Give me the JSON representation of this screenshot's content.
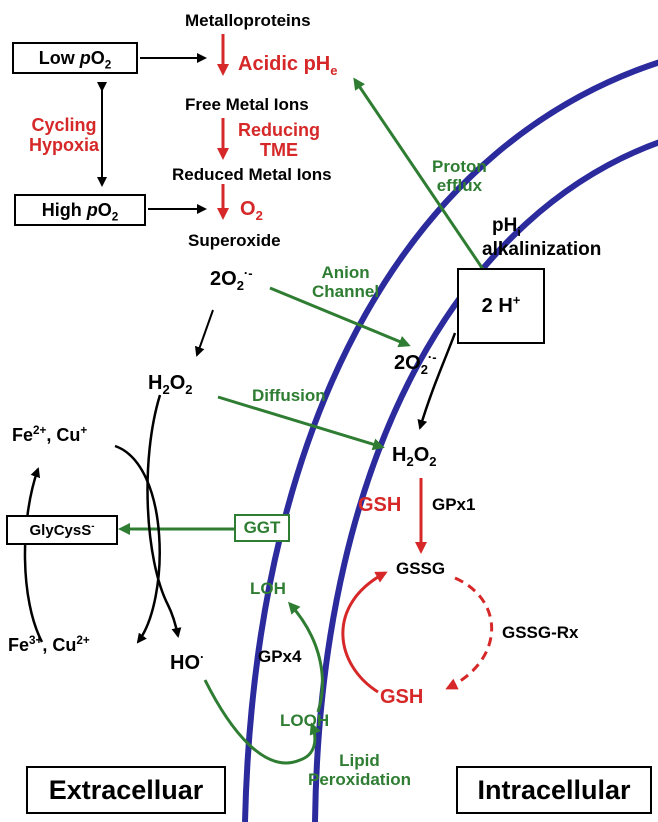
{
  "colors": {
    "black": "#000000",
    "red": "#d62828",
    "green": "#2e7d32",
    "membrane_blue": "#2b2b9e"
  },
  "labels": {
    "metalloproteins": "Metalloproteins",
    "low_po2_prefix": "Low ",
    "low_po2_p": "p",
    "low_po2_o": "O",
    "low_po2_sub": "2",
    "acidic_phe_main": "Acidic pH",
    "acidic_phe_sub": "e",
    "cycling_hypoxia_line1": "Cycling",
    "cycling_hypoxia_line2": "Hypoxia",
    "free_metal_ions": "Free Metal Ions",
    "reducing_tme_line1": "Reducing",
    "reducing_tme_line2": "TME",
    "reduced_metal_ions": "Reduced Metal Ions",
    "high_po2_prefix": "High ",
    "high_po2_p": "p",
    "high_po2_o": "O",
    "high_po2_sub": "2",
    "o2_main": "O",
    "o2_sub": "2",
    "superoxide": "Superoxide",
    "proton_efflux_line1": "Proton",
    "proton_efflux_line2": "efflux",
    "phi_main": "pH",
    "phi_sub": "i",
    "alkalinization": "alkalinization",
    "superoxide_ext_main": "2O",
    "superoxide_ext_sub": "2",
    "superoxide_ext_sup": "·-",
    "anion_channel_line1": "Anion",
    "anion_channel_line2": "Channel",
    "two_h_main": "2 H",
    "two_h_sup": "+",
    "superoxide_int_main": "2O",
    "superoxide_int_sub": "2",
    "superoxide_int_sup": "·-",
    "h2o2_ext_a": "H",
    "h2o2_ext_sub1": "2",
    "h2o2_ext_b": "O",
    "h2o2_ext_sub2": "2",
    "diffusion": "Diffusion",
    "fe2_cu_a": "Fe",
    "fe2_cu_sup1": "2+",
    "fe2_cu_b": ", Cu",
    "fe2_cu_sup2": "+",
    "h2o2_int_a": "H",
    "h2o2_int_sub1": "2",
    "h2o2_int_b": "O",
    "h2o2_int_sub2": "2",
    "gsh_top": "GSH",
    "gpx1": "GPx1",
    "glycyss_main": "GlyCysS",
    "glycyss_sup": "-",
    "ggt": "GGT",
    "gssg": "GSSG",
    "loh": "LOH",
    "gssg_rx": "GSSG-Rx",
    "gpx4": "GPx4",
    "fe3_cu_a": "Fe",
    "fe3_cu_sup1": "3+",
    "fe3_cu_b": ", Cu",
    "fe3_cu_sup2": "2+",
    "ho_main": "HO",
    "ho_sup": "·",
    "gsh_bottom": "GSH",
    "looh": "LOOH",
    "lipid_peroxidation_line1": "Lipid",
    "lipid_peroxidation_line2": "Peroxidation",
    "extracellular": "Extracelluar",
    "intracellular": "Intracellular"
  }
}
